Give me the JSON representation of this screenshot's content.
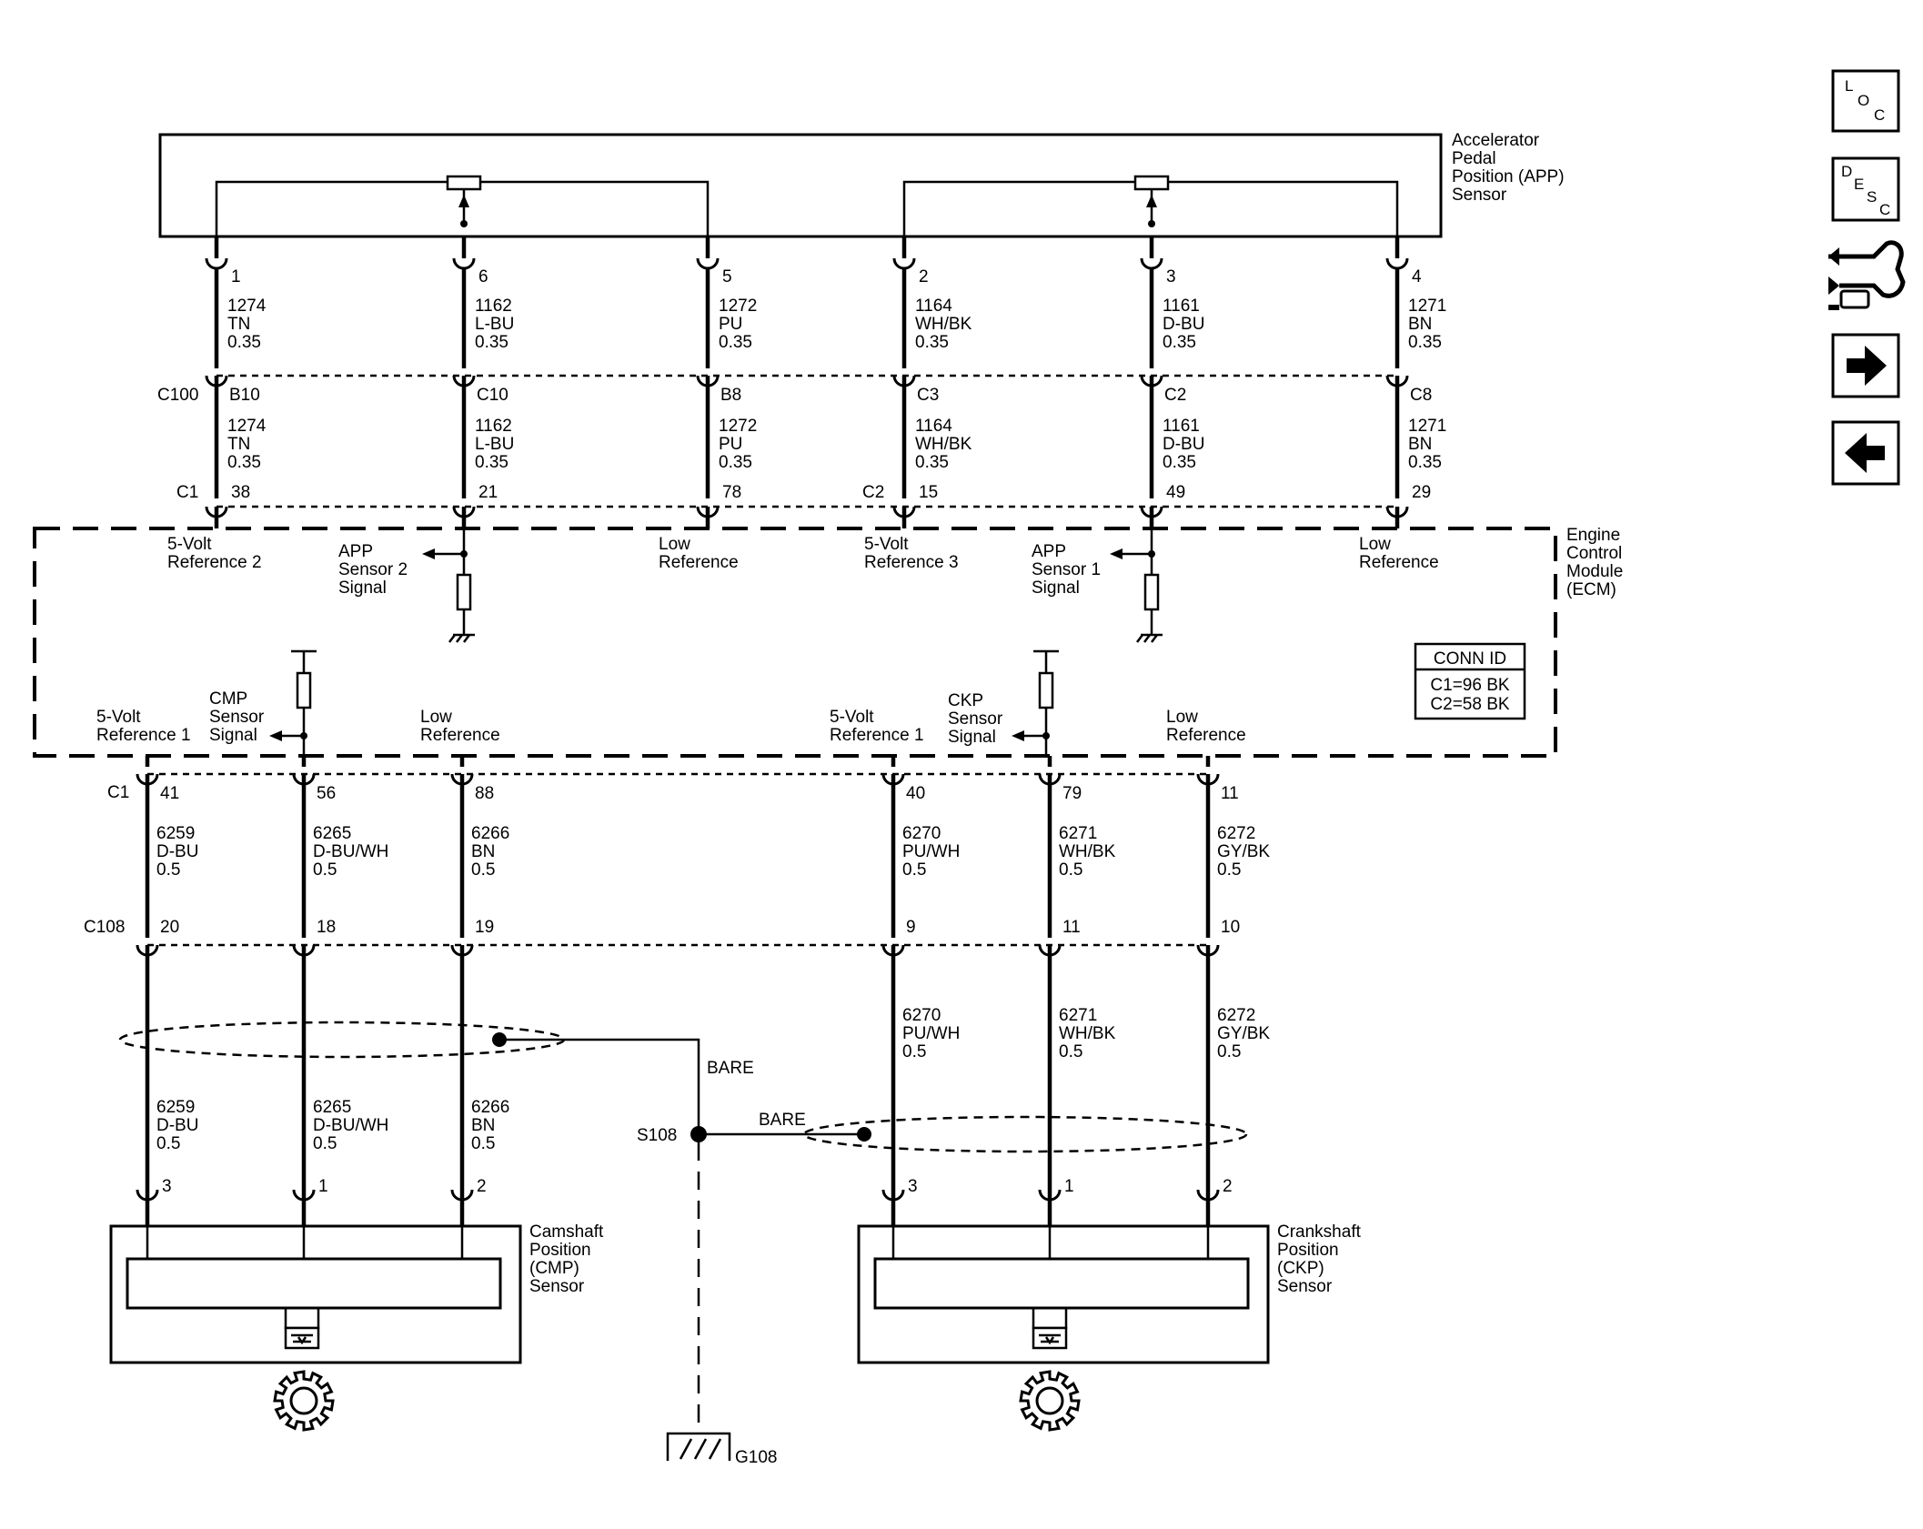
{
  "app_sensor": {
    "label": [
      "Accelerator",
      "Pedal",
      "Position (APP)",
      "Sensor"
    ]
  },
  "ecm": {
    "label": [
      "Engine",
      "Control",
      "Module",
      "(ECM)"
    ],
    "conn_id": {
      "title": "CONN ID",
      "c1": "C1=96 BK",
      "c2": "C2=58 BK"
    }
  },
  "connectors": {
    "c100": "C100",
    "c1_top": "C1",
    "c2_top": "C2",
    "c1_bottom": "C1",
    "c108": "C108",
    "s108": "S108",
    "g108": "G108"
  },
  "bare": [
    "BARE",
    "BARE"
  ],
  "top_circuits": [
    {
      "app_pin": "1",
      "circuit": "1274",
      "color": "TN",
      "gauge": "0.35",
      "c100_pin": "B10",
      "ecm_pin": "38",
      "ecm_label": [
        "5-Volt",
        "Reference 2"
      ]
    },
    {
      "app_pin": "6",
      "circuit": "1162",
      "color": "L-BU",
      "gauge": "0.35",
      "c100_pin": "C10",
      "ecm_pin": "21",
      "ecm_label": [
        "APP",
        "Sensor 2",
        "Signal"
      ]
    },
    {
      "app_pin": "5",
      "circuit": "1272",
      "color": "PU",
      "gauge": "0.35",
      "c100_pin": "B8",
      "ecm_pin": "78",
      "ecm_label": [
        "Low",
        "Reference"
      ]
    },
    {
      "app_pin": "2",
      "circuit": "1164",
      "color": "WH/BK",
      "gauge": "0.35",
      "c100_pin": "C3",
      "ecm_pin": "15",
      "ecm_label": [
        "5-Volt",
        "Reference 3"
      ]
    },
    {
      "app_pin": "3",
      "circuit": "1161",
      "color": "D-BU",
      "gauge": "0.35",
      "c100_pin": "C2",
      "ecm_pin": "49",
      "ecm_label": [
        "APP",
        "Sensor 1",
        "Signal"
      ]
    },
    {
      "app_pin": "4",
      "circuit": "1271",
      "color": "BN",
      "gauge": "0.35",
      "c100_pin": "C8",
      "ecm_pin": "29",
      "ecm_label": [
        "Low",
        "Reference"
      ]
    }
  ],
  "bottom_circuits": [
    {
      "ecm_label": [
        "5-Volt",
        "Reference 1"
      ],
      "ecm_pin": "41",
      "circuit": "6259",
      "color": "D-BU",
      "gauge": "0.5",
      "c108_pin": "20",
      "sensor_pin": "3"
    },
    {
      "ecm_label": [
        "CMP",
        "Sensor",
        "Signal"
      ],
      "ecm_pin": "56",
      "circuit": "6265",
      "color": "D-BU/WH",
      "gauge": "0.5",
      "c108_pin": "18",
      "sensor_pin": "1"
    },
    {
      "ecm_label": [
        "Low",
        "Reference"
      ],
      "ecm_pin": "88",
      "circuit": "6266",
      "color": "BN",
      "gauge": "0.5",
      "c108_pin": "19",
      "sensor_pin": "2"
    },
    {
      "ecm_label": [
        "5-Volt",
        "Reference 1"
      ],
      "ecm_pin": "40",
      "circuit": "6270",
      "color": "PU/WH",
      "gauge": "0.5",
      "c108_pin": "9",
      "sensor_pin": "3"
    },
    {
      "ecm_label": [
        "CKP",
        "Sensor",
        "Signal"
      ],
      "ecm_pin": "79",
      "circuit": "6271",
      "color": "WH/BK",
      "gauge": "0.5",
      "c108_pin": "11",
      "sensor_pin": "1"
    },
    {
      "ecm_label": [
        "Low",
        "Reference"
      ],
      "ecm_pin": "11",
      "circuit": "6272",
      "color": "GY/BK",
      "gauge": "0.5",
      "c108_pin": "10",
      "sensor_pin": "2"
    }
  ],
  "cmp_sensor": {
    "label": [
      "Camshaft",
      "Position",
      "(CMP)",
      "Sensor"
    ]
  },
  "ckp_sensor": {
    "label": [
      "Crankshaft",
      "Position",
      "(CKP)",
      "Sensor"
    ]
  },
  "nav": {
    "loc": {
      "l": "L",
      "o": "O",
      "c": "C"
    },
    "desc": {
      "d": "D",
      "e": "E",
      "s": "S",
      "c": "C"
    },
    "icons": [
      "loc-icon",
      "desc-icon",
      "connector-swap-icon",
      "arrow-right-icon",
      "arrow-left-icon"
    ]
  }
}
